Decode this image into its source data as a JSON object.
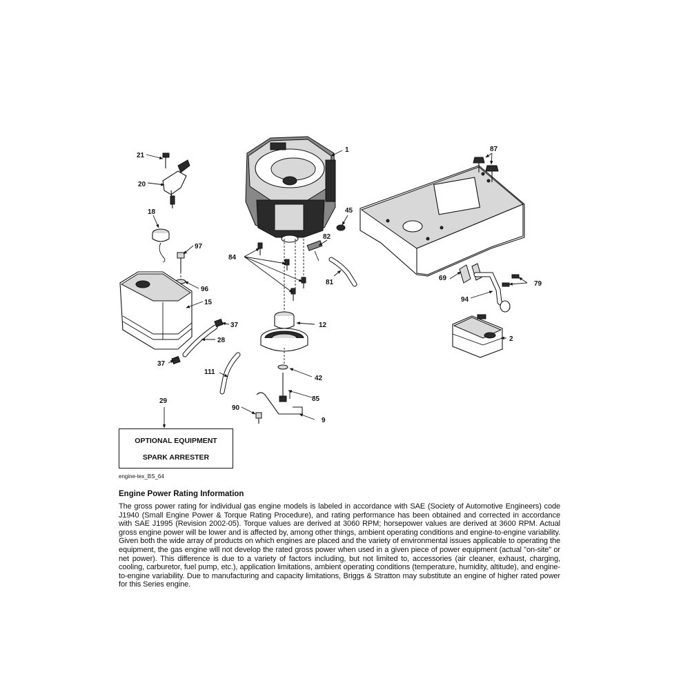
{
  "diagram": {
    "labels": {
      "p1": "1",
      "p2": "2",
      "p9": "9",
      "p12": "12",
      "p15": "15",
      "p18": "18",
      "p20": "20",
      "p21": "21",
      "p28": "28",
      "p29": "29",
      "p37a": "37",
      "p37b": "37",
      "p42": "42",
      "p45": "45",
      "p69": "69",
      "p79": "79",
      "p81": "81",
      "p82": "82",
      "p84": "84",
      "p85": "85",
      "p87": "87",
      "p90": "90",
      "p94": "94",
      "p96": "96",
      "p97": "97",
      "p111": "111"
    },
    "optional_box": {
      "line1": "OPTIONAL EQUIPMENT",
      "line2": "SPARK ARRESTER"
    },
    "drawing_code": "engine-tex_BS_64"
  },
  "rating": {
    "title": "Engine Power Rating Information",
    "body": "The gross power rating for individual gas engine models is labeled in accordance with SAE (Society of Automotive Engineers) code J1940 (Small Engine Power & Torque Rating Procedure), and rating performance has been obtained and corrected in accordance with SAE J1995 (Revision 2002-05). Torque values are derived at 3060 RPM; horsepower values are derived at 3600 RPM. Actual gross engine power will be lower and is affected by, among other things, ambient operating conditions and engine-to-engine variability. Given both the wide array of products on which engines are placed and the variety of environmental issues applicable to operating the equipment, the gas engine will not develop the rated gross power when used in a given piece of power equipment (actual \"on-site\" or net power). This difference is due to a variety of factors including, but not limited to, accessories (air cleaner, exhaust, charging, cooling, carburetor, fuel pump, etc.), application limitations, ambient operating conditions (temperature, humidity, altitude), and engine-to-engine variability. Due to manufacturing and capacity limitations, Briggs & Stratton may substitute an engine of higher rated power for this Series engine."
  }
}
